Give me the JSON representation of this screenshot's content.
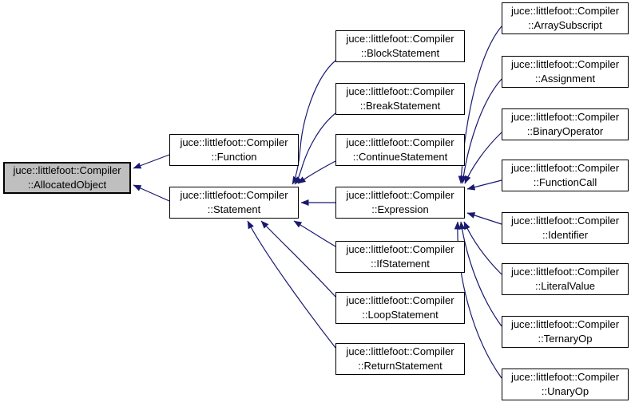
{
  "diagram": {
    "kind": "class-inheritance-graph",
    "colors": {
      "background": "#ffffff",
      "arrow": "#191970",
      "node_border": "#000000",
      "node_fill": "#ffffff",
      "highlighted_node_fill": "#bfbfbf"
    },
    "nodes": [
      {
        "id": "allocated-object",
        "line1": "juce::littlefoot::Compiler",
        "line2": "::AllocatedObject",
        "highlighted": true
      },
      {
        "id": "function",
        "line1": "juce::littlefoot::Compiler",
        "line2": "::Function",
        "highlighted": false
      },
      {
        "id": "statement",
        "line1": "juce::littlefoot::Compiler",
        "line2": "::Statement",
        "highlighted": false
      },
      {
        "id": "block-statement",
        "line1": "juce::littlefoot::Compiler",
        "line2": "::BlockStatement",
        "highlighted": false
      },
      {
        "id": "break-statement",
        "line1": "juce::littlefoot::Compiler",
        "line2": "::BreakStatement",
        "highlighted": false
      },
      {
        "id": "continue-statement",
        "line1": "juce::littlefoot::Compiler",
        "line2": "::ContinueStatement",
        "highlighted": false
      },
      {
        "id": "expression",
        "line1": "juce::littlefoot::Compiler",
        "line2": "::Expression",
        "highlighted": false
      },
      {
        "id": "if-statement",
        "line1": "juce::littlefoot::Compiler",
        "line2": "::IfStatement",
        "highlighted": false
      },
      {
        "id": "loop-statement",
        "line1": "juce::littlefoot::Compiler",
        "line2": "::LoopStatement",
        "highlighted": false
      },
      {
        "id": "return-statement",
        "line1": "juce::littlefoot::Compiler",
        "line2": "::ReturnStatement",
        "highlighted": false
      },
      {
        "id": "array-subscript",
        "line1": "juce::littlefoot::Compiler",
        "line2": "::ArraySubscript",
        "highlighted": false
      },
      {
        "id": "assignment",
        "line1": "juce::littlefoot::Compiler",
        "line2": "::Assignment",
        "highlighted": false
      },
      {
        "id": "binary-operator",
        "line1": "juce::littlefoot::Compiler",
        "line2": "::BinaryOperator",
        "highlighted": false
      },
      {
        "id": "function-call",
        "line1": "juce::littlefoot::Compiler",
        "line2": "::FunctionCall",
        "highlighted": false
      },
      {
        "id": "identifier",
        "line1": "juce::littlefoot::Compiler",
        "line2": "::Identifier",
        "highlighted": false
      },
      {
        "id": "literal-value",
        "line1": "juce::littlefoot::Compiler",
        "line2": "::LiteralValue",
        "highlighted": false
      },
      {
        "id": "ternary-op",
        "line1": "juce::littlefoot::Compiler",
        "line2": "::TernaryOp",
        "highlighted": false
      },
      {
        "id": "unary-op",
        "line1": "juce::littlefoot::Compiler",
        "line2": "::UnaryOp",
        "highlighted": false
      }
    ],
    "edges": [
      {
        "from": "function",
        "to": "allocated-object"
      },
      {
        "from": "statement",
        "to": "allocated-object"
      },
      {
        "from": "block-statement",
        "to": "statement"
      },
      {
        "from": "break-statement",
        "to": "statement"
      },
      {
        "from": "continue-statement",
        "to": "statement"
      },
      {
        "from": "expression",
        "to": "statement"
      },
      {
        "from": "if-statement",
        "to": "statement"
      },
      {
        "from": "loop-statement",
        "to": "statement"
      },
      {
        "from": "return-statement",
        "to": "statement"
      },
      {
        "from": "array-subscript",
        "to": "expression"
      },
      {
        "from": "assignment",
        "to": "expression"
      },
      {
        "from": "binary-operator",
        "to": "expression"
      },
      {
        "from": "function-call",
        "to": "expression"
      },
      {
        "from": "identifier",
        "to": "expression"
      },
      {
        "from": "literal-value",
        "to": "expression"
      },
      {
        "from": "ternary-op",
        "to": "expression"
      },
      {
        "from": "unary-op",
        "to": "expression"
      }
    ]
  }
}
